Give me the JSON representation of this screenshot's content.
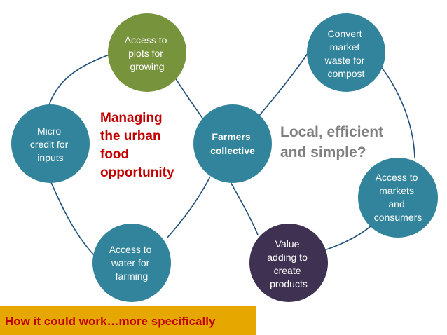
{
  "title": [
    "Managing",
    "the urban",
    "food",
    "opportunity"
  ],
  "question": [
    "Local, efficient",
    "and simple?"
  ],
  "footer": "How it could work…more specifically",
  "colors": {
    "teal": "#31849b",
    "green": "#77933c",
    "purple": "#3f3151",
    "edge": "#1f4e79",
    "title": "#c00000",
    "question": "#7f7f7f",
    "banner": "#e6a800"
  },
  "nodes": [
    {
      "id": "access-plots",
      "lines": [
        "Access to",
        "plots for",
        "growing"
      ],
      "color": "green"
    },
    {
      "id": "micro-credit",
      "lines": [
        "Micro",
        "credit for",
        "inputs"
      ],
      "color": "teal"
    },
    {
      "id": "farmers-collective",
      "lines": [
        "Farmers",
        "collective"
      ],
      "color": "teal",
      "bold": true
    },
    {
      "id": "access-water",
      "lines": [
        "Access to",
        "water for",
        "farming"
      ],
      "color": "teal"
    },
    {
      "id": "convert-waste",
      "lines": [
        "Convert",
        "market",
        "waste for",
        "compost"
      ],
      "color": "teal"
    },
    {
      "id": "access-markets",
      "lines": [
        "Access to",
        "markets",
        "and",
        "consumers"
      ],
      "color": "teal"
    },
    {
      "id": "value-adding",
      "lines": [
        "Value",
        "adding to",
        "create",
        "products"
      ],
      "color": "purple"
    }
  ]
}
